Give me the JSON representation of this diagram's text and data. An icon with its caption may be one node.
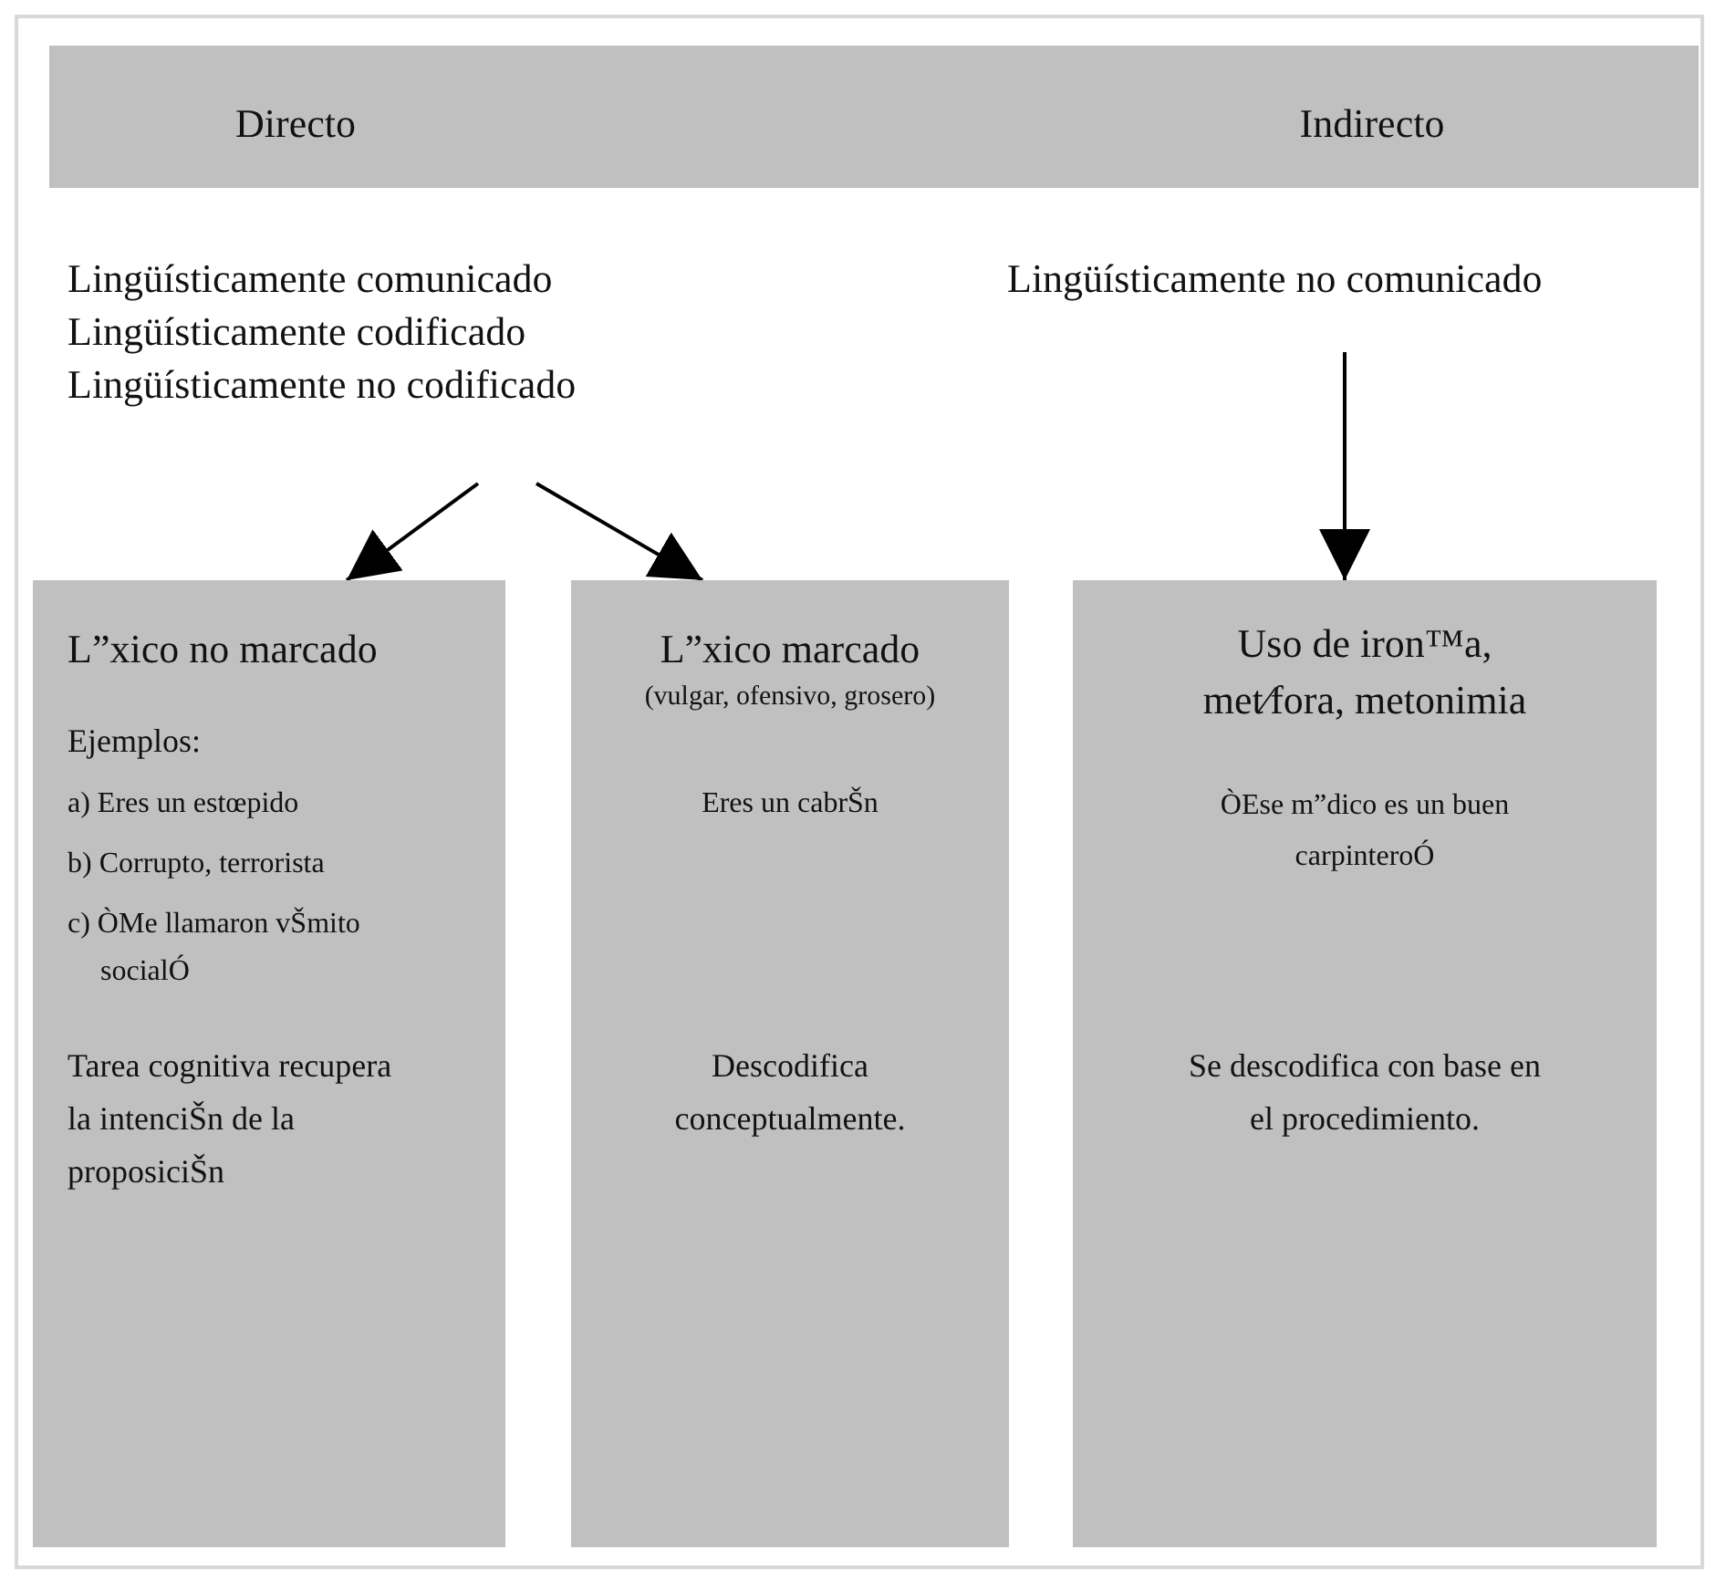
{
  "diagram": {
    "nodes": [
      {
        "text": [
          "Directo",
          "Indirecto"
        ]
      },
      {
        "text": [
          "Lingüísticamente comunicado",
          "Lingüísticamente codificado",
          "Lingüísticamente no codificado"
        ]
      },
      {
        "text": [
          "Lingüísticamente no comunicado"
        ]
      },
      {
        "text": [
          "L”xico no marcado",
          "Ejemplos:",
          "a) Eres un estœpido",
          "b) Corrupto, terrorista",
          "c) ÒMe llamaron vŠmito socialÓ",
          "Tarea cognitiva recupera la intenciŠn de la proposiciŠn"
        ]
      },
      {
        "text": [
          "L”xico marcado",
          "(vulgar, ofensivo, grosero)",
          "Eres un cabrŠn",
          "Descodifica conceptualmente."
        ]
      },
      {
        "text": [
          "Uso de iron™a, met⁄fora, metonimia",
          "ÒEse m”dico es un buen carpinteroÓ",
          "Se descodifica con base en el procedimiento."
        ]
      }
    ],
    "edges": [
      {
        "from": 1,
        "to": 3,
        "arrow": "to"
      },
      {
        "from": 1,
        "to": 4,
        "arrow": "to"
      },
      {
        "from": 2,
        "to": 5,
        "arrow": "to"
      }
    ]
  }
}
